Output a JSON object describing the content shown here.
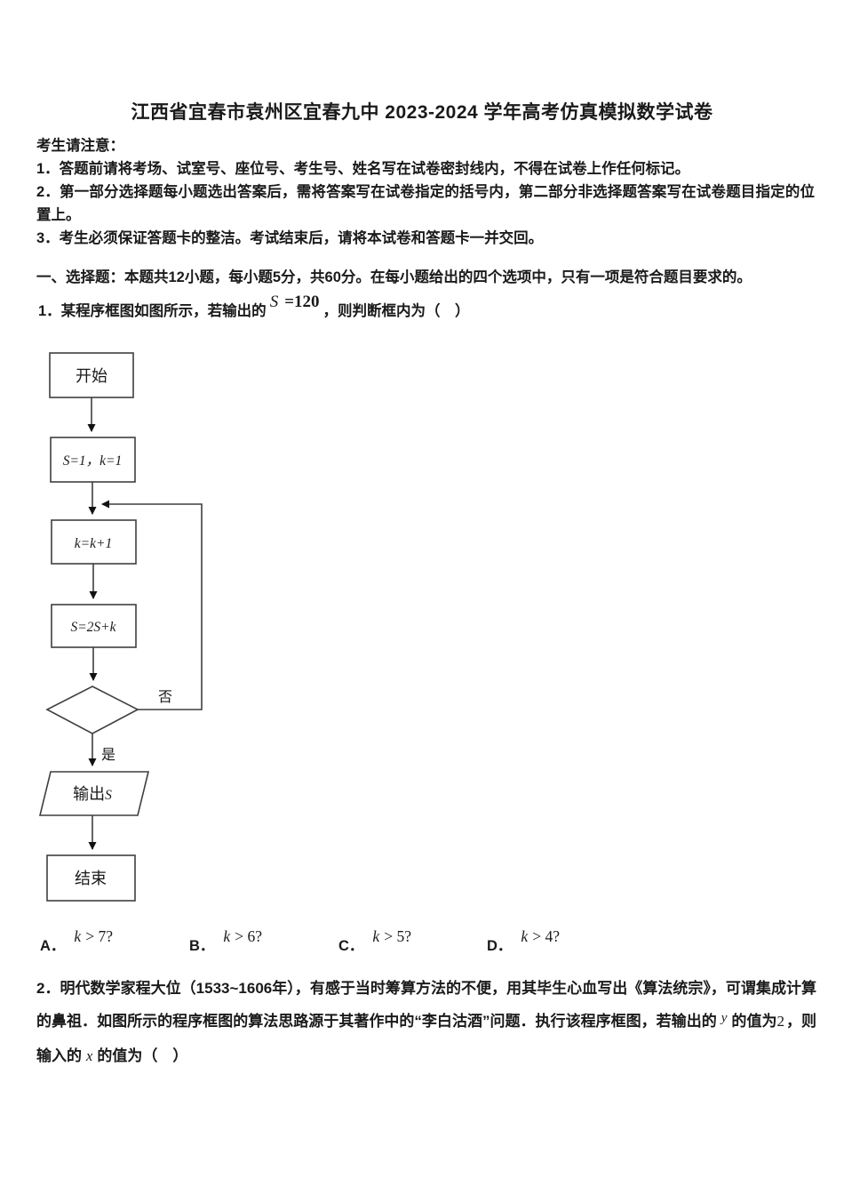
{
  "colors": {
    "ink": "#1a1a1a",
    "line": "#3f3f3f",
    "paper": "#ffffff"
  },
  "title": "江西省宜春市袁州区宜春九中 2023-2024 学年高考仿真模拟数学试卷",
  "notice": {
    "heading": "考生请注意：",
    "items": [
      "1．答题前请将考场、试室号、座位号、考生号、姓名写在试卷密封线内，不得在试卷上作任何标记。",
      "2．第一部分选择题每小题选出答案后，需将答案写在试卷指定的括号内，第二部分非选择题答案写在试卷题目指定的位置上。",
      "3．考生必须保证答题卡的整洁。考试结束后，请将本试卷和答题卡一并交回。"
    ]
  },
  "section1": {
    "heading": "一、选择题：本题共12小题，每小题5分，共60分。在每小题给出的四个选项中，只有一项是符合题目要求的。"
  },
  "q1": {
    "prefix": "1．某程序框图如图所示，若输出的",
    "formula_var": "S",
    "formula_rest": "=120",
    "suffix": "，则判断框内为（　）",
    "options": [
      {
        "label": "A．",
        "var": "k",
        "rest": "> 7?"
      },
      {
        "label": "B．",
        "var": "k",
        "rest": "> 6?"
      },
      {
        "label": "C．",
        "var": "k",
        "rest": "> 5?"
      },
      {
        "label": "D．",
        "var": "k",
        "rest": "> 4?"
      }
    ]
  },
  "flowchart": {
    "start": "开始",
    "init": "S=1，k=1",
    "increment": "k=k+1",
    "accumulate": "S=2S+k",
    "no_label": "否",
    "yes_label": "是",
    "output_prefix": "输出",
    "output_var": "S",
    "end": "结束"
  },
  "q2": {
    "seg1": "2．明代数学家程大位（1533~1606年），有感于当时筹算方法的不便，用其毕生心血写出《算法统宗》，可谓集成计算的鼻祖．如图所示的程序框图的算法思路源于其著作中的“李白沽酒”问题．执行该程序框图，若输出的",
    "var_y": "y",
    "seg2": "的值为",
    "val": "2",
    "seg3": "，则输入的",
    "var_x": "x",
    "seg4": "的值为（　）"
  }
}
